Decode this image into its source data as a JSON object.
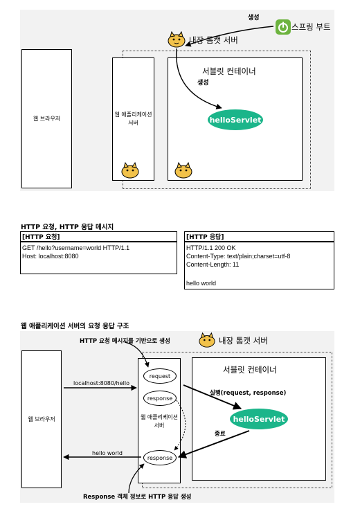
{
  "top": {
    "spring_boot_label": "스프링 부트",
    "create_label_top": "생성",
    "embedded_tomcat_label": "내장 톰캣 서버",
    "create_label_mid": "생성",
    "servlet_container_label": "서블릿 컨테이너",
    "web_browser_label": "웹 브라우저",
    "web_app_server_label": "웹 애플리케이션\n서버",
    "servlet_label": "helloServlet"
  },
  "http": {
    "section_title": "HTTP 요청, HTTP 응답 메시지",
    "request_header": "[HTTP 요청]",
    "response_header": "[HTTP 응답]",
    "request_line1": "GET /hello?username=world HTTP/1.1",
    "request_line2": "Host: localhost:8080",
    "response_line1": "HTTP/1.1 200 OK",
    "response_line2": "Content-Type: text/plain;charset=utf-8",
    "response_line3": "Content-Length: 11",
    "response_body": "hello world"
  },
  "bottom": {
    "section_title": "웹 애플리케이션 서버의 요청 응답 구조",
    "embedded_tomcat_label": "내장 톰캣 서버",
    "request_caption": "HTTP 요청 메시지를 기반으로 생성",
    "servlet_container_label": "서블릿 컨테이너",
    "web_browser_label": "웹 브라우저",
    "url_label": "localhost:8080/hello",
    "request_oval": "request",
    "response_oval_top": "response",
    "web_app_server_label": "웹 애플리케이션\n서버",
    "execute_label": "실행(request, response)",
    "servlet_label": "helloServlet",
    "end_label": "종료",
    "hello_world_label": "hello world",
    "response_oval_bottom": "response",
    "response_caption": "Response 객체 정보로 HTTP 응답 생성"
  },
  "colors": {
    "servlet_green": "#1bb58a",
    "spring_green": "#6db33f",
    "panel_gray": "#f2f2f2"
  }
}
